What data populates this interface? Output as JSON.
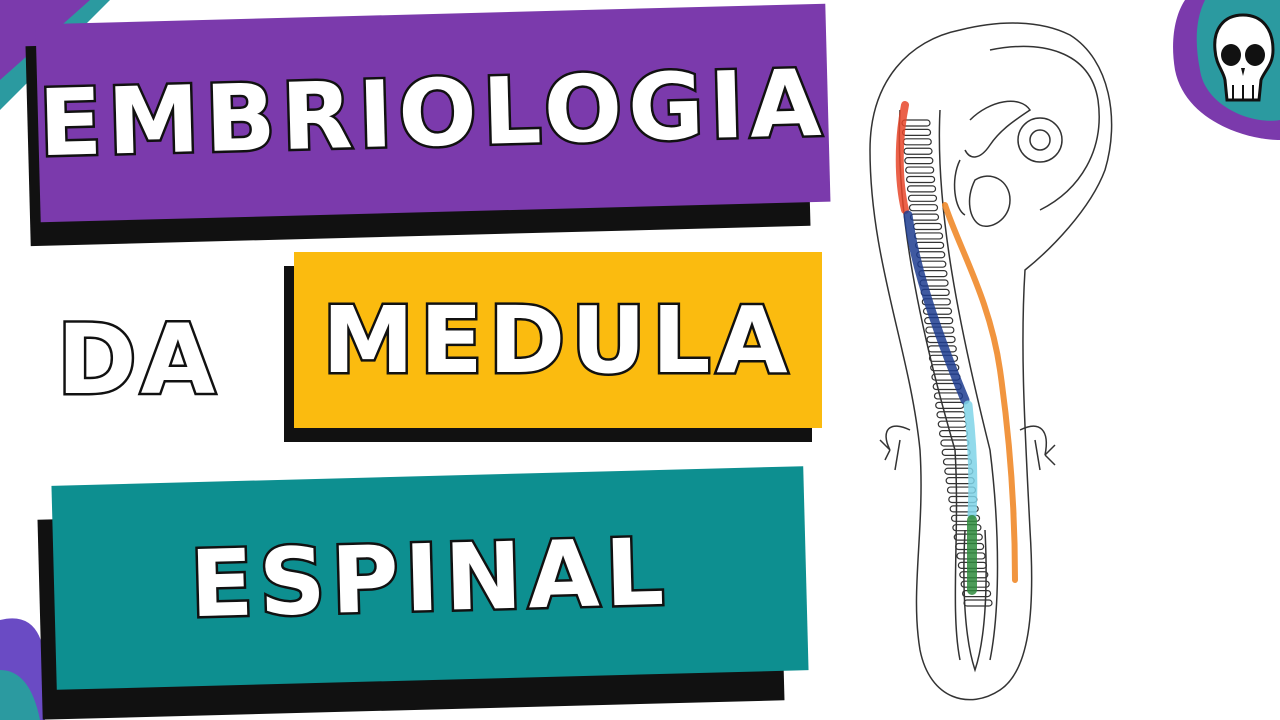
{
  "title": {
    "line1": "EMBRIOLOGIA",
    "line2_left": "DA",
    "line2": "MEDULA",
    "line3": "ESPINAL"
  },
  "colors": {
    "purple": "#7b3aac",
    "yellow": "#fbbb0f",
    "teal": "#0d8f90",
    "red_segment": "#e8462a",
    "blue_segment": "#1d3c8f",
    "light_blue_segment": "#7fd3e8",
    "green_segment": "#2e8b3c",
    "orange_line": "#f08a2a"
  },
  "icons": {
    "logo": "skull-logo-icon",
    "illustration": "embryo-illustration"
  }
}
